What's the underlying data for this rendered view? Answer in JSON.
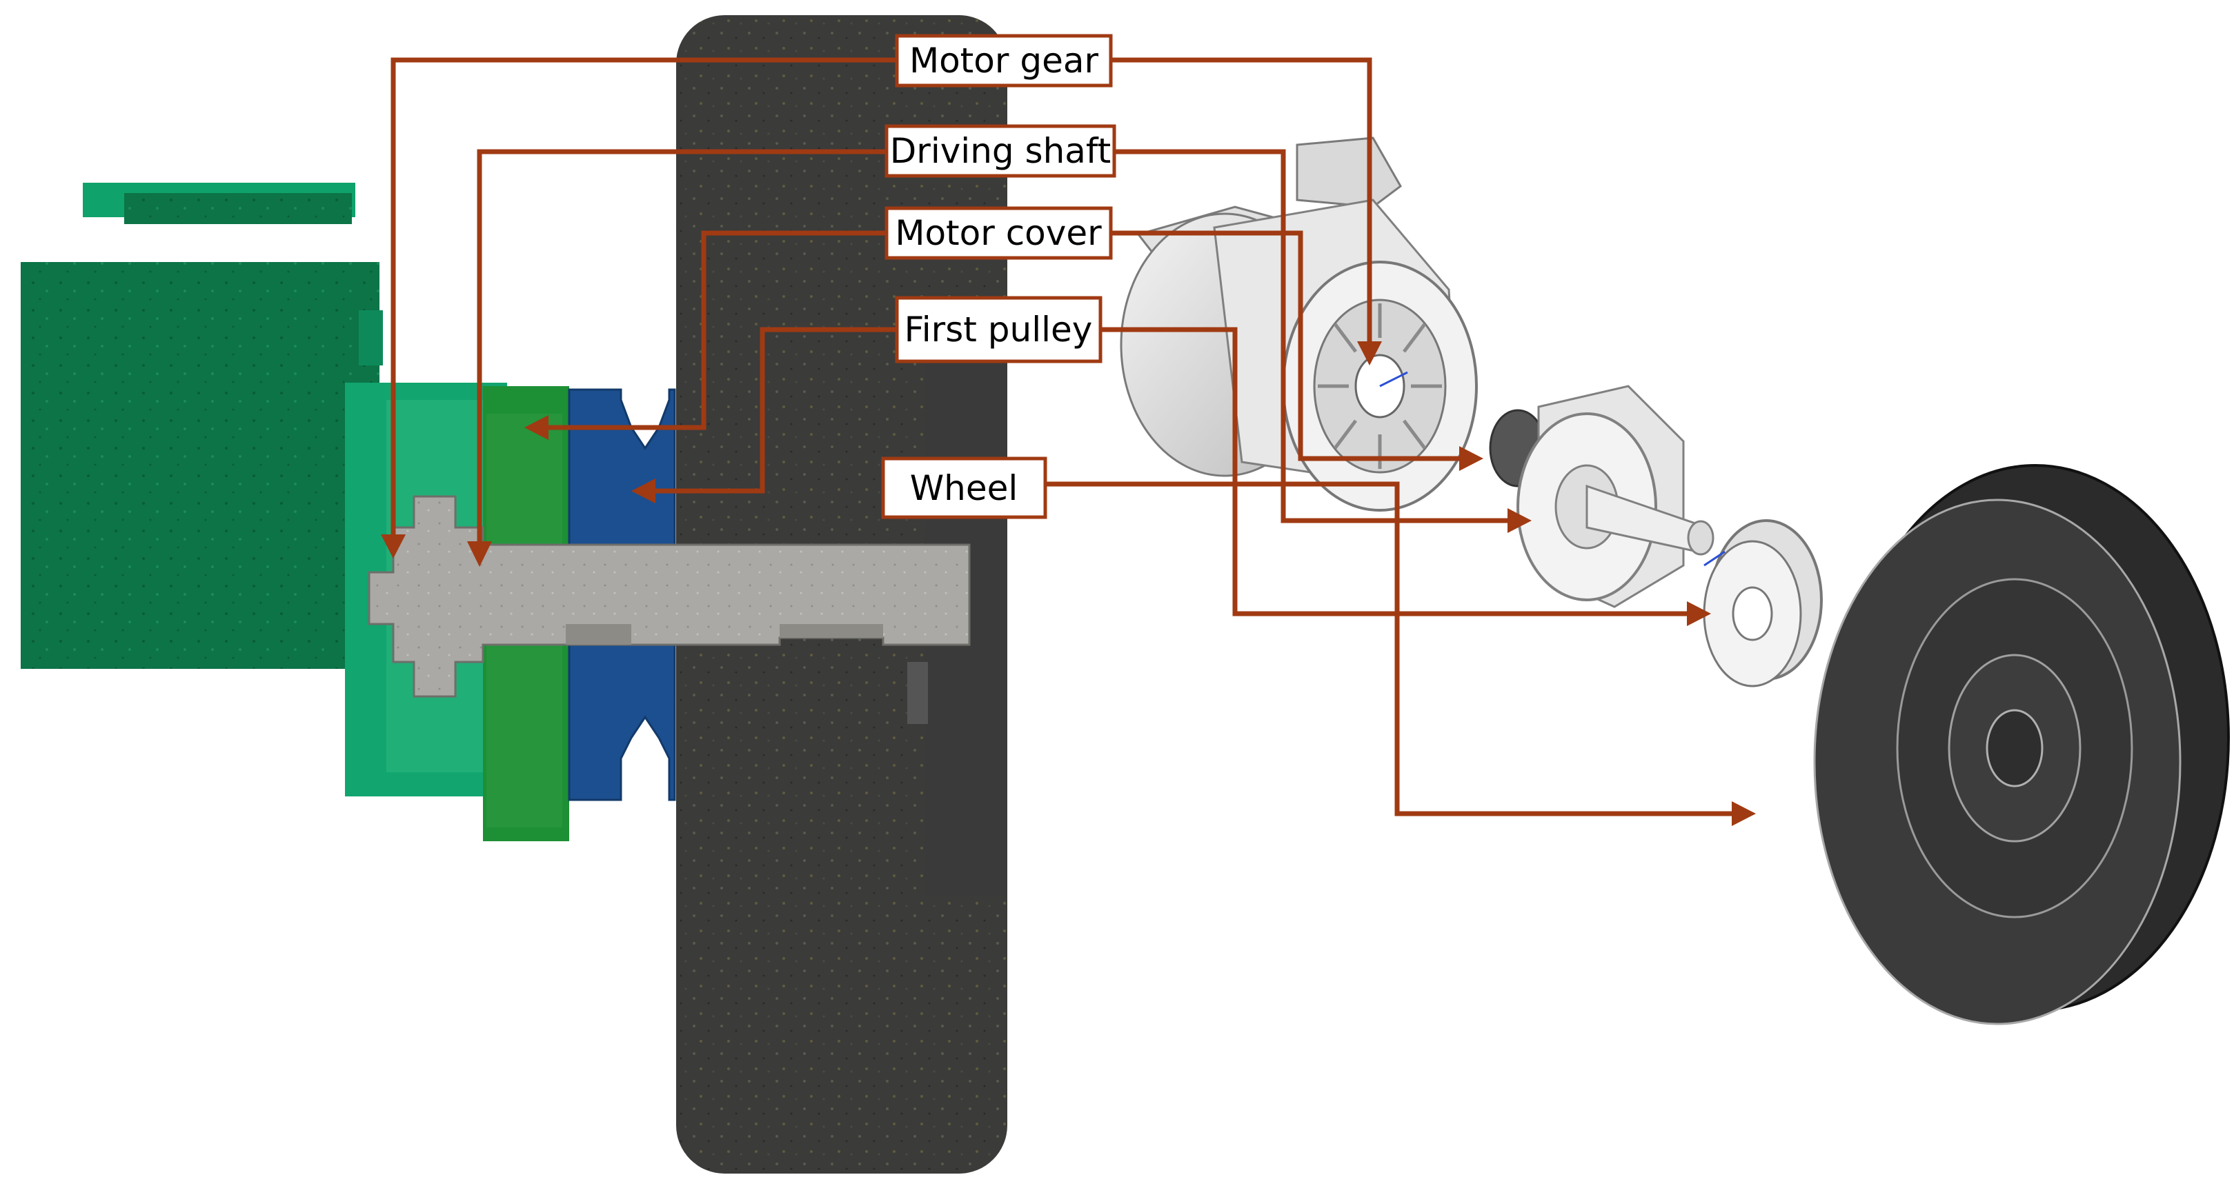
{
  "labels": {
    "motor_gear": "Motor gear",
    "driving_shaft": "Driving shaft",
    "motor_cover": "Motor cover",
    "first_pulley": "First pulley",
    "wheel": "Wheel"
  },
  "colors": {
    "leader": "#a03a12",
    "motor_green": "#0b7a4e",
    "cover_green": "#1d8f35",
    "pulley_blue": "#1c4f8f",
    "tire_dark": "#3c3c3c",
    "shaft_gray": "#a9a8a4"
  }
}
